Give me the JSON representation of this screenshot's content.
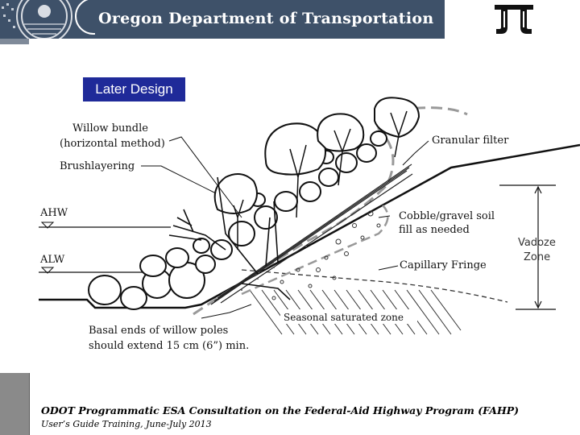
{
  "header": {
    "title": "Oregon Department of Transportation"
  },
  "badge": {
    "label": "Later Design"
  },
  "diagram": {
    "labels": {
      "willow_bundle": "Willow bundle",
      "horizontal_method": "(horizontal method)",
      "brushlayering": "Brushlayering",
      "ahw": "AHW",
      "alw": "ALW",
      "granular_filter": "Granular filter",
      "cobble_1": "Cobble/gravel soil",
      "cobble_2": "fill as needed",
      "capillary_fringe": "Capillary Fringe",
      "vadoze": "Vadoze",
      "zone": "Zone",
      "seasonal": "Seasonal saturated zone",
      "basal_1": "Basal ends of willow poles",
      "basal_2": "should extend 15 cm (6”) min."
    }
  },
  "footer": {
    "title": "ODOT Programmatic ESA Consultation on the Federal-Aid Highway Program (FAHP)",
    "subtitle": "User’s Guide Training, June-July 2013"
  },
  "icons": {
    "seal": "oregon-seal-icon",
    "logo": "odot-logo-icon"
  },
  "colors": {
    "header_bg": "#3e5169",
    "badge_bg": "#1f2a99"
  }
}
